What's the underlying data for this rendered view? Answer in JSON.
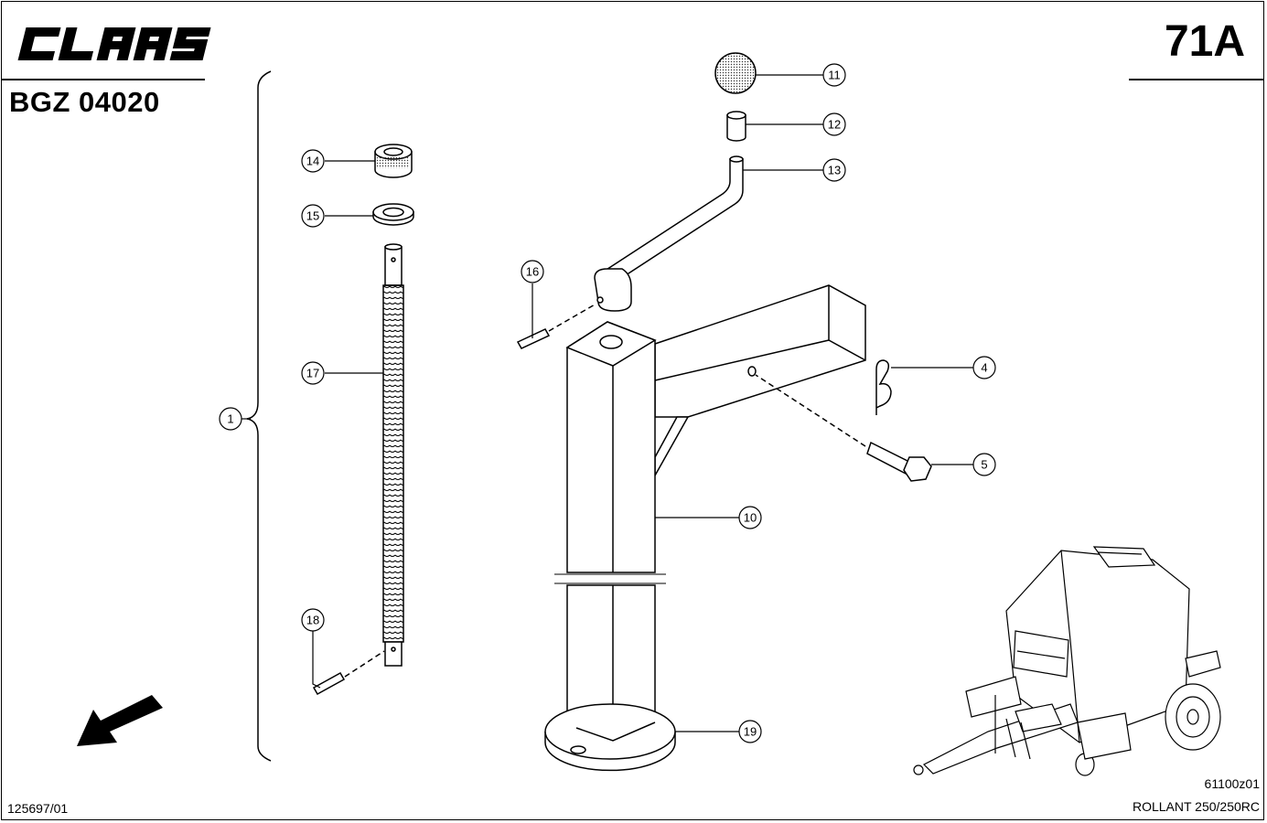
{
  "header": {
    "brand": "CLAAS",
    "doc_number": "BGZ 04020",
    "page_ref": "71A"
  },
  "footer": {
    "part_number": "125697/01",
    "drawing_number": "61100z01",
    "model": "ROLLANT 250/250RC"
  },
  "callouts": [
    "1",
    "4",
    "5",
    "10",
    "11",
    "12",
    "13",
    "14",
    "15",
    "16",
    "17",
    "18",
    "19"
  ],
  "icons": {
    "direction_arrow": "arrow-down-left-icon",
    "machine_thumbnail": "round-baler-icon"
  }
}
